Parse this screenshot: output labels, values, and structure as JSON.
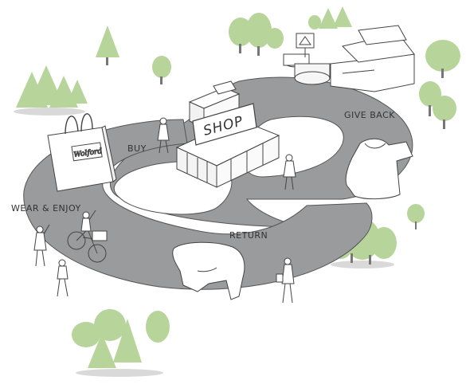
{
  "labels": {
    "buy": "BUY",
    "give_back": "GIVE BACK",
    "wear_enjoy": "WEAR & ENJOY",
    "return": "RETURN"
  },
  "shop_sign": "SHOP",
  "bag_brand": "Wolford",
  "colors": {
    "path": "#999a9c",
    "path_stroke": "#555555",
    "tree_green": "#b7d49a",
    "tree_green_dark": "#9cc27f",
    "building": "#ffffff",
    "line": "#444444"
  }
}
